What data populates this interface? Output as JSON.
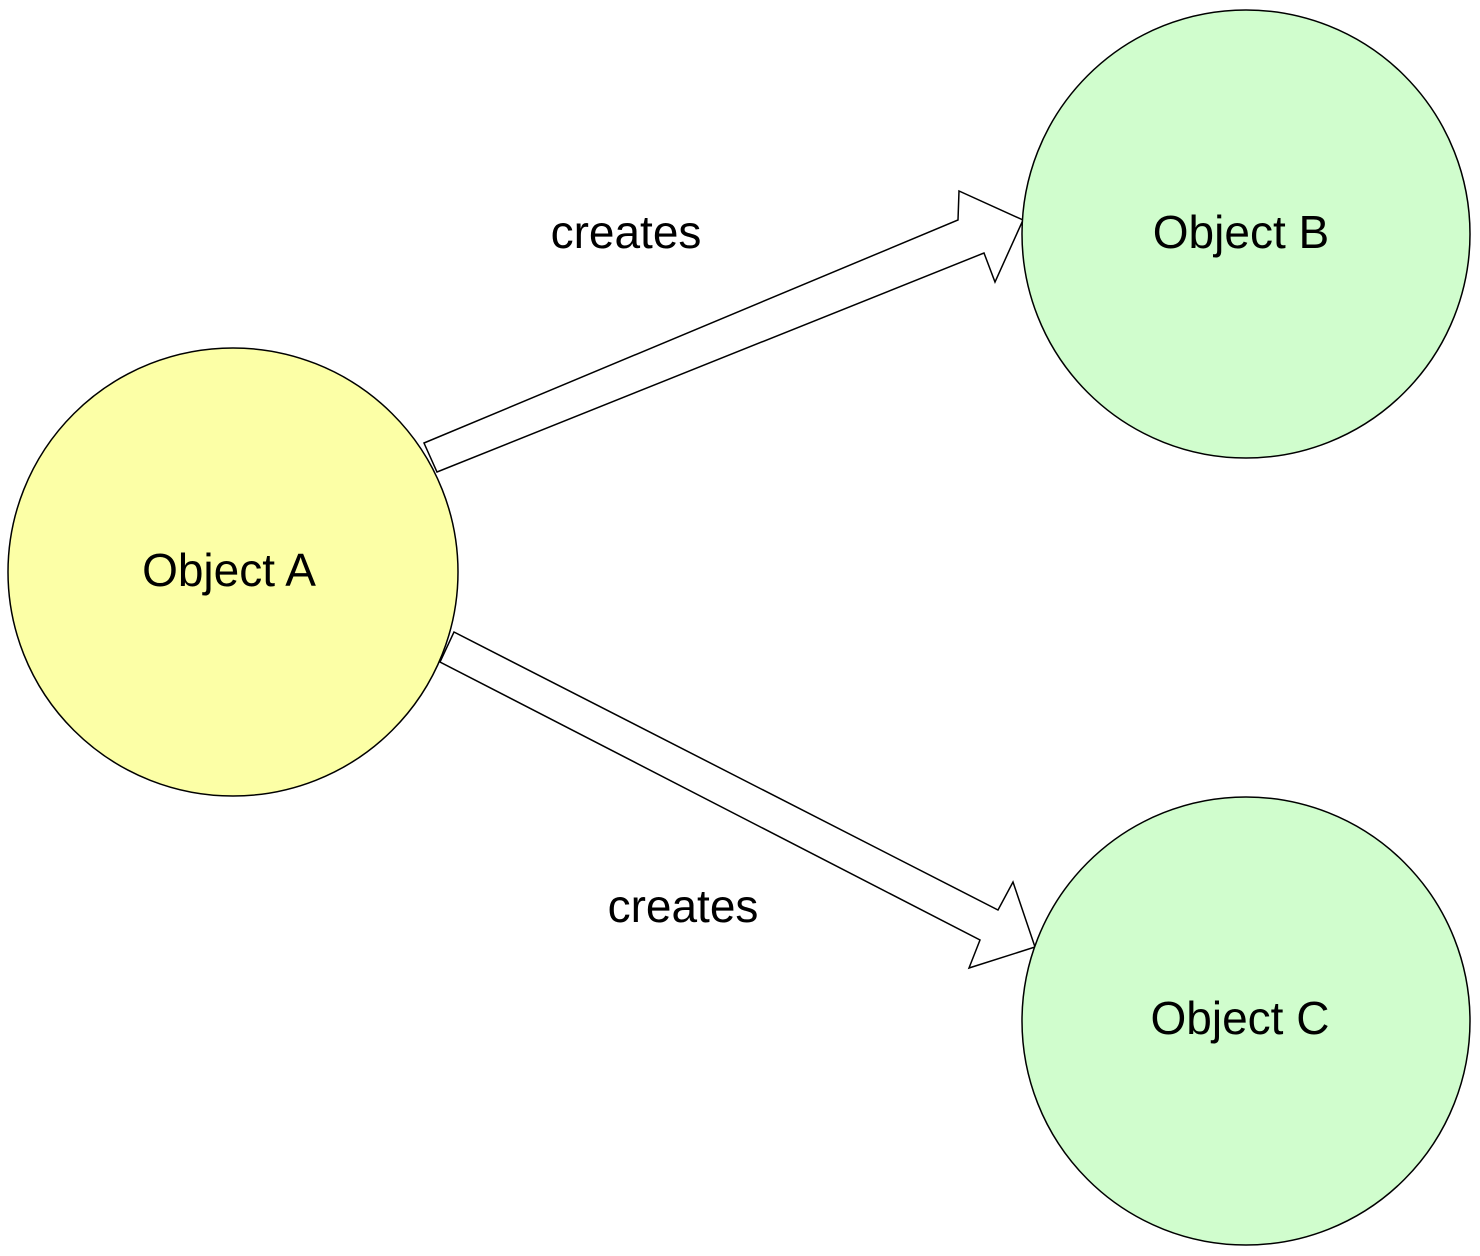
{
  "nodes": {
    "a": {
      "label": "Object A",
      "color": "#fcffa6"
    },
    "b": {
      "label": "Object B",
      "color": "#d0fdcd"
    },
    "c": {
      "label": "Object C",
      "color": "#d0fdcd"
    }
  },
  "edges": [
    {
      "from": "Object A",
      "to": "Object B",
      "label": "creates"
    },
    {
      "from": "Object A",
      "to": "Object C",
      "label": "creates"
    }
  ],
  "colors": {
    "stroke": "#000000",
    "arrow_fill": "#ffffff",
    "background": "#ffffff"
  }
}
